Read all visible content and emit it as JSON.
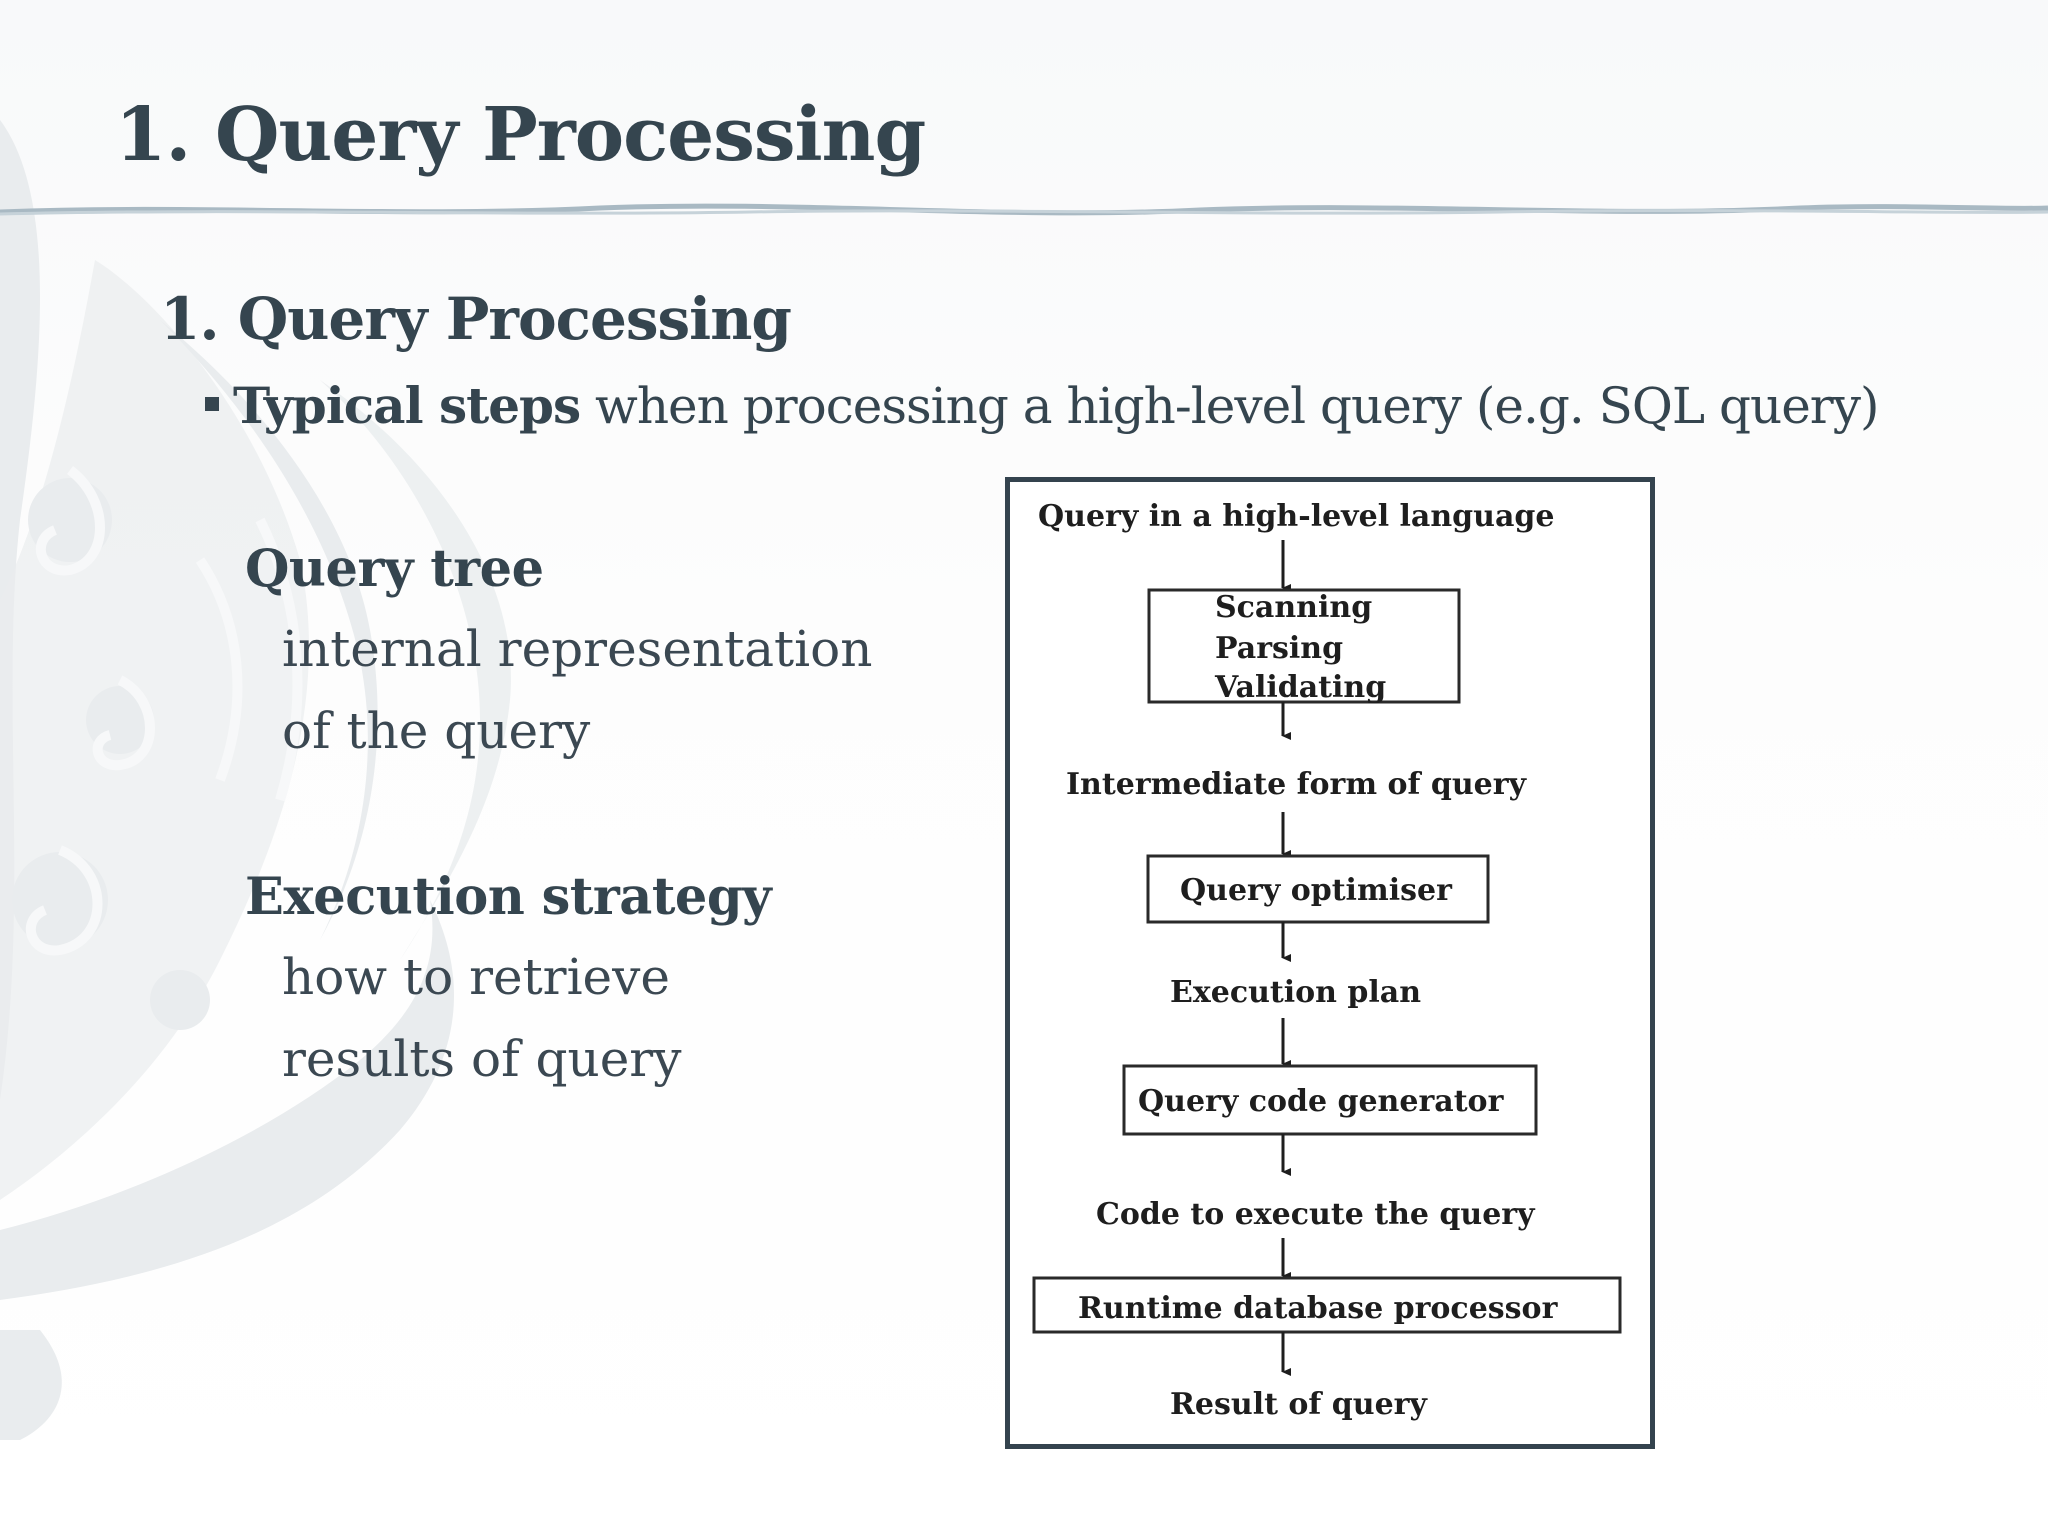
{
  "slide": {
    "title": "1. Query Processing"
  },
  "section": {
    "heading": "1. Query Processing",
    "bullet_strong": "Typical steps",
    "bullet_rest": " when processing a high-level query (e.g. SQL query)"
  },
  "definitions": [
    {
      "term": "Query tree",
      "lines": [
        "internal representation",
        "of the query"
      ]
    },
    {
      "term": "Execution strategy",
      "lines": [
        "how to retrieve",
        "results of query"
      ]
    }
  ],
  "flowchart": {
    "input_label": "Query in a high-level language",
    "step1_lines": [
      "Scanning",
      "Parsing",
      "Validating"
    ],
    "intermediate_label": "Intermediate form of query",
    "step2_label": "Query optimiser",
    "plan_label": "Execution plan",
    "step3_label": "Query code generator",
    "code_label": "Code to execute the query",
    "step4_label": "Runtime database processor",
    "result_label": "Result of query"
  },
  "colors": {
    "title": "#35454f",
    "rule": "#a9b9c3",
    "frame_border": "#34434e"
  }
}
